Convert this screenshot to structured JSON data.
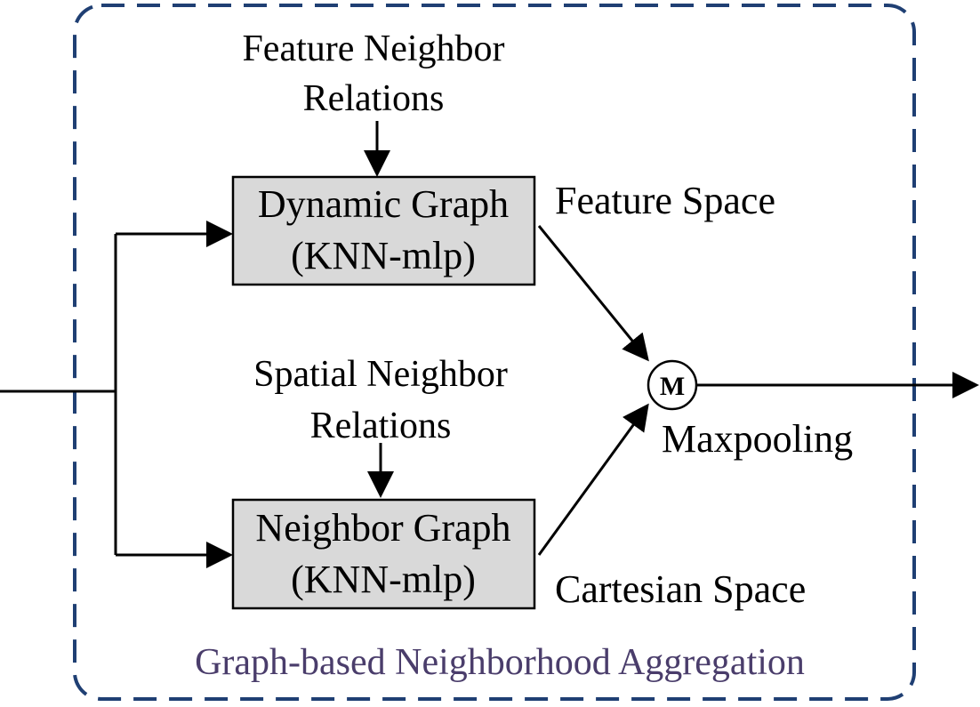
{
  "container": {
    "caption": "Graph-based Neighborhood Aggregation",
    "border_color": "#1f3f73",
    "caption_color": "#4a3d6b"
  },
  "top_branch": {
    "input_label_line1": "Feature Neighbor",
    "input_label_line2": "Relations",
    "box_line1": "Dynamic Graph",
    "box_line2": "(KNN-mlp)",
    "space_label": "Feature Space"
  },
  "bottom_branch": {
    "input_label_line1": "Spatial Neighbor",
    "input_label_line2": "Relations",
    "box_line1": "Neighbor Graph",
    "box_line2": "(KNN-mlp)",
    "space_label": "Cartesian Space"
  },
  "merge": {
    "symbol": "M",
    "label": "Maxpooling"
  },
  "colors": {
    "box_fill": "#d9d9d9",
    "line": "#000000"
  }
}
